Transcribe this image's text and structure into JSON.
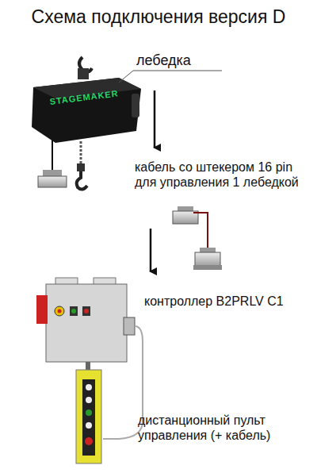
{
  "diagram": {
    "title": "Схема подключения версия D",
    "labels": [
      "лебедка",
      "STAGEMAKER",
      "кабель со штекером 16 pin для управления 1 лебедкой",
      "контроллер B2PRLV C1",
      "дистанционный пульт управления (+ кабель)"
    ]
  }
}
